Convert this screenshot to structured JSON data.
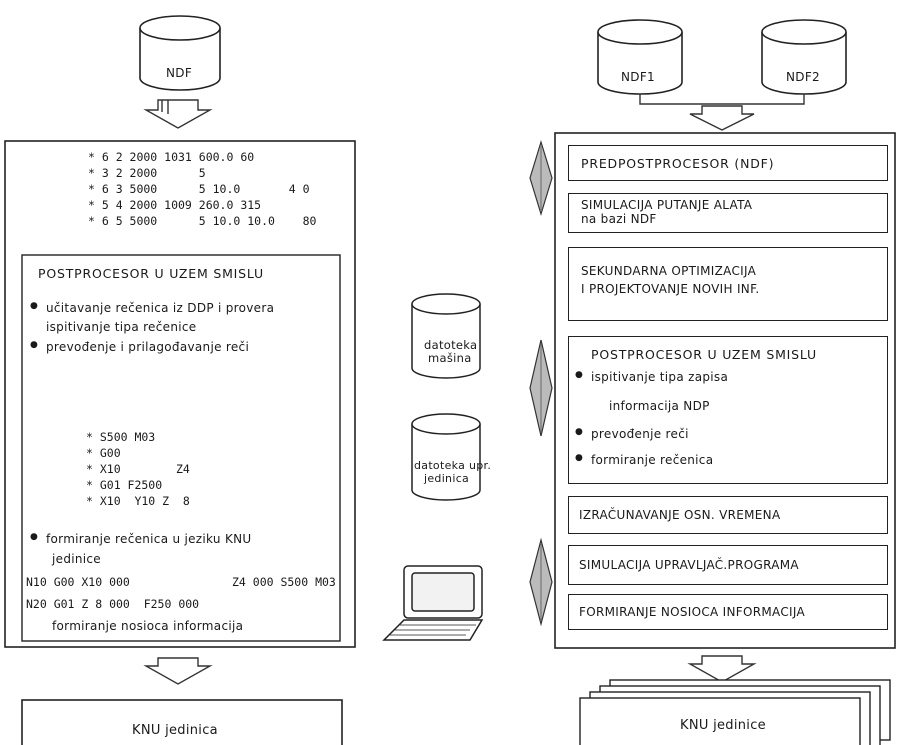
{
  "db": {
    "ndf": "NDF",
    "ndf1": "NDF1",
    "ndf2": "NDF2",
    "machine_l1": "datoteka",
    "machine_l2": "mašina",
    "unit_l1": "datoteka upr.",
    "unit_l2": "jedinica"
  },
  "left": {
    "ndf_records": [
      "* 6 2 2000 1031 600.0 60",
      "* 3 2 2000      5",
      "* 6 3 5000      5 10.0       4 0",
      "* 5 4 2000 1009 260.0 315",
      "* 6 5 5000      5 10.0 10.0    80"
    ],
    "pp_title": "POSTPROCESOR U UZEM SMISLU",
    "step1": "učitavanje rečenica iz DDP i provera",
    "step1b": "ispitivanje tipa rečenice",
    "step2": "prevođenje i prilagođavanje reči",
    "words": [
      "* S500 M03",
      "* G00",
      "* X10        Z4",
      "* G01 F2500",
      "* X10  Y10 Z  8"
    ],
    "step3": "formiranje rečenica u jeziku KNU",
    "step3b": "jedinice",
    "block1": "N10 G00 X10 000",
    "block1b": "Z4 000 S500 M03",
    "block2": "N20 G01 Z 8 000  F250 000",
    "step4": "formiranje nosioca informacija",
    "output": "KNU jedinica"
  },
  "right": {
    "box1": "PREDPOSTPROCESOR  (NDF)",
    "box2_l1": "SIMULACIJA PUTANJE ALATA",
    "box2_l2": "na bazi  NDF",
    "box3_l1": "SEKUNDARNA OPTIMIZACIJA",
    "box3_l2": "I  PROJEKTOVANJE NOVIH INF.",
    "box4_title": "POSTPROCESOR U UZEM SMISLU",
    "box4_i1": "ispitivanje tipa zapisa",
    "box4_i1b": "informacija  NDP",
    "box4_i2": "prevođenje reči",
    "box4_i3": "formiranje rečenica",
    "box5": "IZRAČUNAVANJE  OSN. VREMENA",
    "box6": "SIMULACIJA  UPRAVLJAČ.PROGRAMA",
    "box7": "FORMIRANJE NOSIOCA INFORMACIJA",
    "output": "KNU jedinice"
  }
}
